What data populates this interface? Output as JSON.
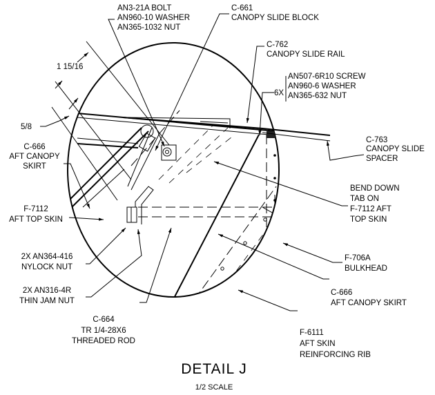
{
  "detail": {
    "title": "DETAIL J",
    "scale": "1/2 SCALE"
  },
  "callouts": {
    "bolt": [
      "AN3-21A BOLT",
      "AN960-10 WASHER",
      "AN365-1032 NUT"
    ],
    "slide_block": [
      "C-661",
      "CANOPY SLIDE BLOCK"
    ],
    "slide_rail": [
      "C-762",
      "CANOPY SLIDE RAIL"
    ],
    "screws_qty": "6X",
    "screws": [
      "AN507-6R10 SCREW",
      "AN960-6 WASHER",
      "AN365-632 NUT"
    ],
    "dim_1": "1 15/16",
    "dim_2": "5/8",
    "skirt_left": [
      "C-666",
      "AFT CANOPY",
      "SKIRT"
    ],
    "spacer": [
      "C-763",
      "CANOPY SLIDE",
      "SPACER"
    ],
    "bend_tab": [
      "BEND DOWN",
      "TAB ON",
      "F-7112 AFT",
      "TOP SKIN"
    ],
    "top_skin": [
      "F-7112",
      "AFT TOP SKIN"
    ],
    "nylock": [
      "2X AN364-416",
      "NYLOCK NUT"
    ],
    "jam_nut": [
      "2X AN316-4R",
      "THIN JAM NUT"
    ],
    "bulkhead": [
      "F-706A",
      "BULKHEAD"
    ],
    "skirt_right": [
      "C-666",
      "AFT CANOPY SKIRT"
    ],
    "rod": [
      "C-664",
      "TR 1/4-28X6",
      "THREADED ROD"
    ],
    "rib": [
      "F-6111",
      "AFT SKIN",
      "REINFORCING RIB"
    ]
  }
}
